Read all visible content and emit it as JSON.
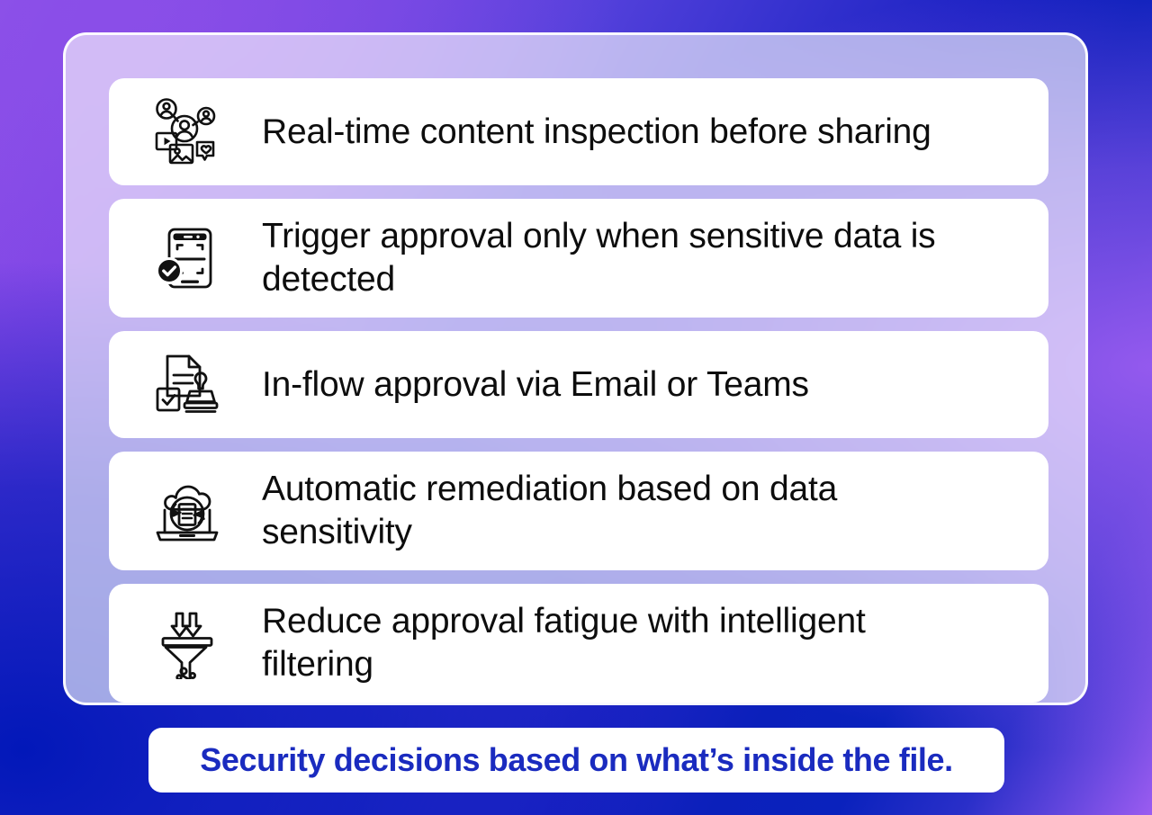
{
  "background": {
    "gradient_from": "#9b5cf0",
    "gradient_via": "#5340db",
    "gradient_to": "#0a22bd"
  },
  "panel": {
    "fill": "rgba(255,255,255,0.62)",
    "border_color": "#ffffff"
  },
  "cards": [
    {
      "id": "real-time-content-inspection",
      "icon": "social-network-users-media-icon",
      "text": "Real-time content inspection before sharing",
      "lines": 1
    },
    {
      "id": "trigger-approval-sensitive-data",
      "icon": "mobile-scan-verified-icon",
      "text": "Trigger approval only when sensitive data is detected",
      "lines": 2
    },
    {
      "id": "in-flow-approval-email-teams",
      "icon": "document-stamp-approval-icon",
      "text": "In-flow approval via Email or Teams",
      "lines": 1
    },
    {
      "id": "automatic-remediation-data-sensitivity",
      "icon": "laptop-cloud-sync-document-icon",
      "text": "Automatic remediation based on data sensitivity",
      "lines": 2
    },
    {
      "id": "reduce-approval-fatigue",
      "icon": "funnel-filter-arrows-icon",
      "text": "Reduce approval fatigue with intelligent filtering",
      "lines": 2
    }
  ],
  "banner": {
    "text": "Security decisions based on what’s inside the file.",
    "text_color": "#1a2bbf",
    "background": "#ffffff"
  }
}
